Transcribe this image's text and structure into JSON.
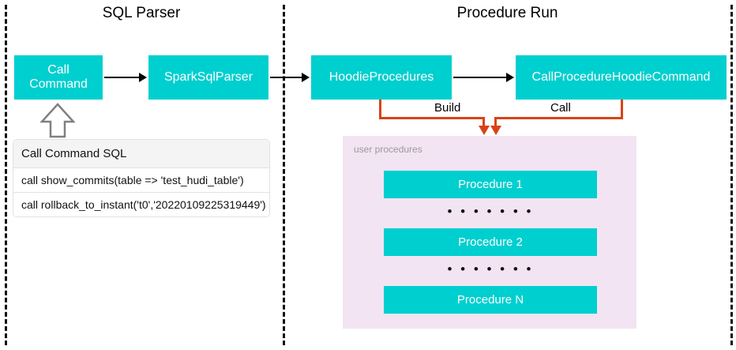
{
  "diagram": {
    "sections": [
      {
        "key": "sql_parser",
        "title": "SQL Parser"
      },
      {
        "key": "procedure_run",
        "title": "Procedure Run"
      }
    ],
    "nodes": [
      {
        "key": "call_command",
        "label": "Call\nCommand"
      },
      {
        "key": "spark_sql_parser",
        "label": "SparkSqlParser"
      },
      {
        "key": "hoodie_procedures",
        "label": "HoodieProcedures"
      },
      {
        "key": "call_procedure_hoodie_command",
        "label": "CallProcedureHoodieCommand"
      }
    ],
    "node_labels": {
      "call_command_line1": "Call",
      "call_command_line2": "Command",
      "spark_sql_parser": "SparkSqlParser",
      "hoodie_procedures": "HoodieProcedures",
      "call_procedure_hoodie_command": "CallProcedureHoodieCommand"
    },
    "connector_labels": {
      "build": "Build",
      "call": "Call"
    },
    "sql_legend": {
      "header": "Call Command SQL",
      "rows": [
        "call show_commits(table => 'test_hudi_table')",
        "call rollback_to_instant('t0','20220109225319449')"
      ]
    },
    "user_procedures": {
      "caption": "user procedures",
      "items": [
        {
          "label": "Procedure 1"
        },
        {
          "label": "Procedure 2"
        },
        {
          "label": "Procedure N"
        }
      ],
      "ellipsis": "• • • • • • •"
    },
    "colors": {
      "node_fill": "#00CFCF",
      "node_text": "#FFFFFF",
      "panel_fill": "#F3E4F3",
      "connector_orange": "#D84315",
      "arrow_black": "#000000",
      "divider": "#111111",
      "legend_header_bg": "#F4F4F4",
      "caption_gray": "#9A9A9A"
    }
  }
}
